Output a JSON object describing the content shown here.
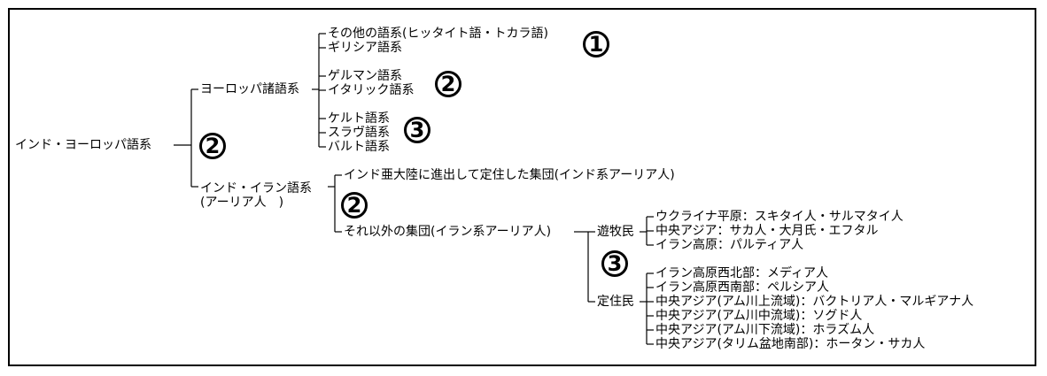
{
  "root": "インド・ヨーロッパ語系",
  "european": {
    "label": "ヨーロッパ諸語系",
    "group1": [
      "その他の語系(ヒッタイト語・トカラ語)",
      "ギリシア語系"
    ],
    "group2": [
      "ゲルマン語系",
      "イタリック語系"
    ],
    "group3": [
      "ケルト語系",
      "スラヴ語系",
      "バルト語系"
    ]
  },
  "indo_iranian": {
    "label": "インド・イラン語系",
    "label2": "(アーリア人　)",
    "india": "インド亜大陸に進出して定住した集団(インド系アーリア人)",
    "other": "それ以外の集団(イラン系アーリア人)",
    "nomad": {
      "label": "遊牧民",
      "items": [
        "ウクライナ平原：スキタイ人・サルマタイ人",
        "中央アジア：サカ人・大月氏・エフタル",
        "イラン高原：パルティア人"
      ]
    },
    "settled": {
      "label": "定住民",
      "items": [
        "イラン高原西北部：メディア人",
        "イラン高原西南部：ペルシア人",
        "中央アジア(アム川上流域)：バクトリア人・マルギアナ人",
        "中央アジア(アム川中流域)：ソグド人",
        "中央アジア(アム川下流域)：ホラズム人",
        "中央アジア(タリム盆地南部)：ホータン・サカ人"
      ]
    }
  },
  "markers": {
    "m1": "1",
    "m2a": "2",
    "m2b": "2",
    "m2c": "2",
    "m3a": "3",
    "m3b": "3"
  }
}
